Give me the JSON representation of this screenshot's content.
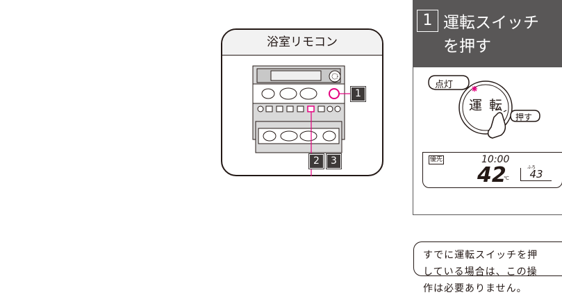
{
  "remote": {
    "title": "浴室リモコン",
    "callouts": [
      "1",
      "2",
      "3"
    ]
  },
  "step": {
    "number": "1",
    "title_line1": "運転スイッチ",
    "title_line2": "を押す",
    "lamp_label": "点灯",
    "button_label_1": "運",
    "button_label_2": "転",
    "push_label": "押す",
    "lcd": {
      "badge": "優先",
      "time": "10:00",
      "temp": "42",
      "temp_unit": "℃",
      "bath_label": "ふろ",
      "bath_temp": "43"
    }
  },
  "note": {
    "line1": "すでに運転スイッチを押",
    "line2": "している場合は、この操",
    "line3": "作は必要ありません。"
  },
  "colors": {
    "header_bg": "#595757",
    "accent": "#e4007f",
    "dark": "#3e3a39"
  }
}
